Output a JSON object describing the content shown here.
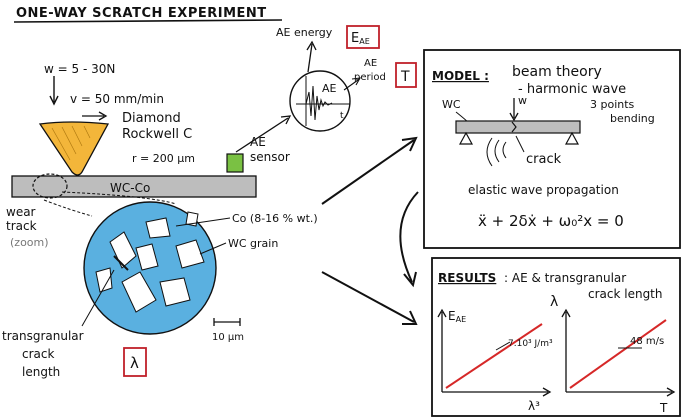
{
  "title": "ONE-WAY SCRATCH EXPERIMENT",
  "left": {
    "w_range": "w = 5 - 30N",
    "v_speed": "v = 50 mm/min",
    "tip_line1": "Diamond",
    "tip_line2": "Rockwell C",
    "radius": "r = 200 μm",
    "substrate": "WC-Co",
    "wear_line1": "wear",
    "wear_line2": "track",
    "wear_zoom": "(zoom)",
    "co_binder": "Co (8-16 % wt.)",
    "wc_grain": "WC grain",
    "crack_line1": "transgranular",
    "crack_line2": "crack",
    "crack_line3": "length",
    "lambda_symbol": "λ",
    "scale": "10 μm"
  },
  "ae": {
    "energy_label": "AE energy",
    "energy_symbol": "E",
    "energy_sub": "AE",
    "period_line1": "AE",
    "period_line2": "period",
    "period_symbol": "T",
    "circle_label": "AE",
    "axis_label": "t",
    "sensor_line1": "AE",
    "sensor_line2": "sensor"
  },
  "model": {
    "heading": "MODEL :",
    "theory1": "beam theory",
    "theory2": "- harmonic wave",
    "wc": "WC",
    "w": "w",
    "bending1": "3 points",
    "bending2": "bending",
    "crack": "crack",
    "elastic": "elastic wave propagation",
    "equation": "ẍ + 2δẋ + ω₀²x = 0"
  },
  "results": {
    "heading": "RESULTS",
    "title1": ": AE & transgranular",
    "title2": "crack length",
    "plot1_y": "E",
    "plot1_y_sub": "AE",
    "plot1_x": "λ³",
    "plot1_slope": "7.10³ J/m³",
    "plot2_y": "λ",
    "plot2_x": "T",
    "plot2_slope": "48 m/s"
  },
  "colors": {
    "ink": "#111111",
    "red": "#d62828",
    "box_red": "#c0202a",
    "blue": "#5ab0e0",
    "tip_orange": "#f3b63a",
    "sensor_green": "#7ac143",
    "substrate_gray": "#bdbdbd"
  },
  "chart_data": [
    {
      "type": "line",
      "title": "",
      "xlabel": "λ³",
      "ylabel": "E_AE",
      "series": [
        {
          "x": [
            0,
            1
          ],
          "y": [
            0,
            1
          ]
        }
      ],
      "annotations": [
        "7.10³ J/m³"
      ]
    },
    {
      "type": "line",
      "title": "",
      "xlabel": "T",
      "ylabel": "λ",
      "series": [
        {
          "x": [
            0,
            1
          ],
          "y": [
            0,
            1
          ]
        }
      ],
      "annotations": [
        "48 m/s"
      ]
    }
  ]
}
